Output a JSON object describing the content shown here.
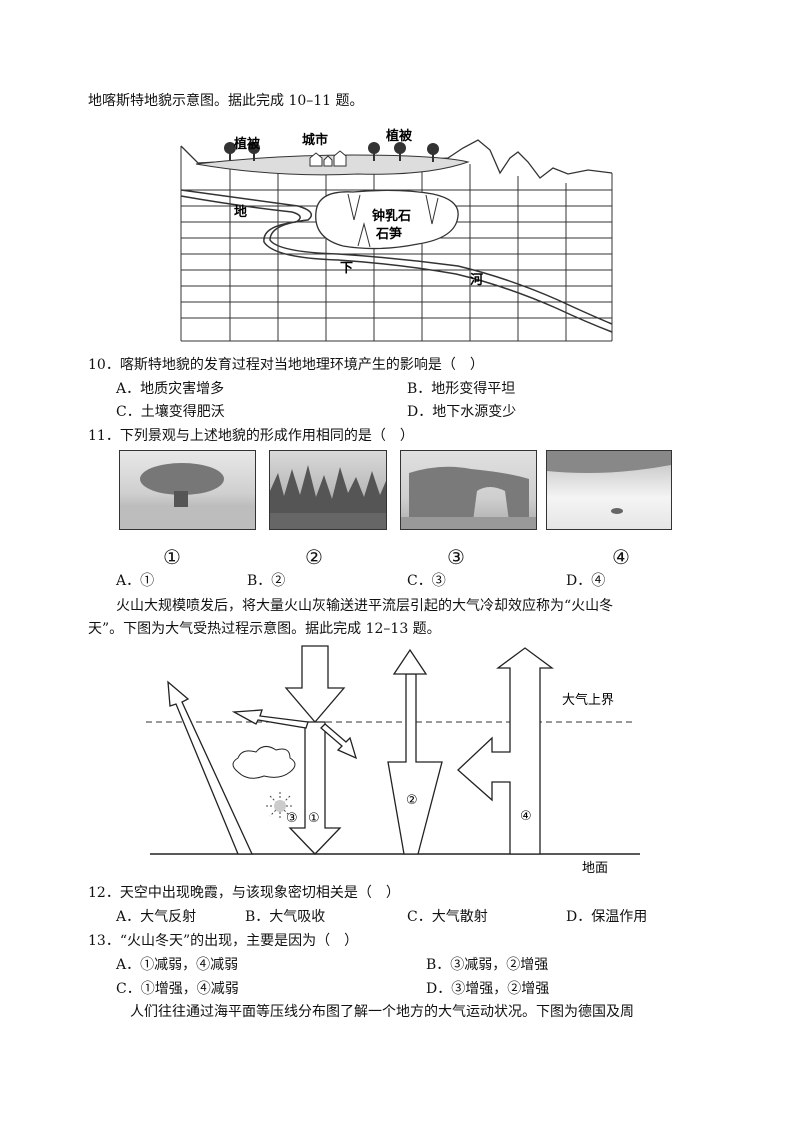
{
  "intro1": "地喀斯特地貌示意图。据此完成 10–11 题。",
  "fig1": {
    "label_veg1": "植被",
    "label_city": "城市",
    "label_veg2": "植被",
    "label_di": "地",
    "label_xia": "下",
    "label_he": "河",
    "label_stalactite": "钟乳石",
    "label_stalagmite": "石笋"
  },
  "q10": {
    "stem": "10．喀斯特地貌的发育过程对当地地理环境产生的影响是（　）",
    "A": "A．地质灾害增多",
    "B": "B．地形变得平坦",
    "C": "C．土壤变得肥沃",
    "D": "D．地下水源变少"
  },
  "q11": {
    "stem": "11．下列景观与上述地貌的形成作用相同的是（　）",
    "photo_labels": [
      "①",
      "②",
      "③",
      "④"
    ],
    "A": "A．①",
    "B": "B．②",
    "C": "C．③",
    "D": "D．④"
  },
  "intro2_line1": "火山大规模喷发后，将大量火山灰输送进平流层引起的大气冷却效应称为“火山冬",
  "intro2_line2": "天”。下图为大气受热过程示意图。据此完成 12–13 题。",
  "fig2": {
    "label_top": "大气上界",
    "label_ground": "地面",
    "n1": "①",
    "n2": "②",
    "n3": "③",
    "n4": "④"
  },
  "q12": {
    "stem": "12．天空中出现晚霞，与该现象密切相关是（　）",
    "A": "A．大气反射",
    "B": "B．大气吸收",
    "C": "C．大气散射",
    "D": "D．保温作用"
  },
  "q13": {
    "stem": "13．“火山冬天”的出现，主要是因为（　）",
    "A": "A．①减弱，④减弱",
    "B": "B．③减弱，②增强",
    "C": "C．①增强，④减弱",
    "D": "D．③增强，②增强"
  },
  "intro3": "人们往往通过海平面等压线分布图了解一个地方的大气运动状况。下图为德国及周"
}
